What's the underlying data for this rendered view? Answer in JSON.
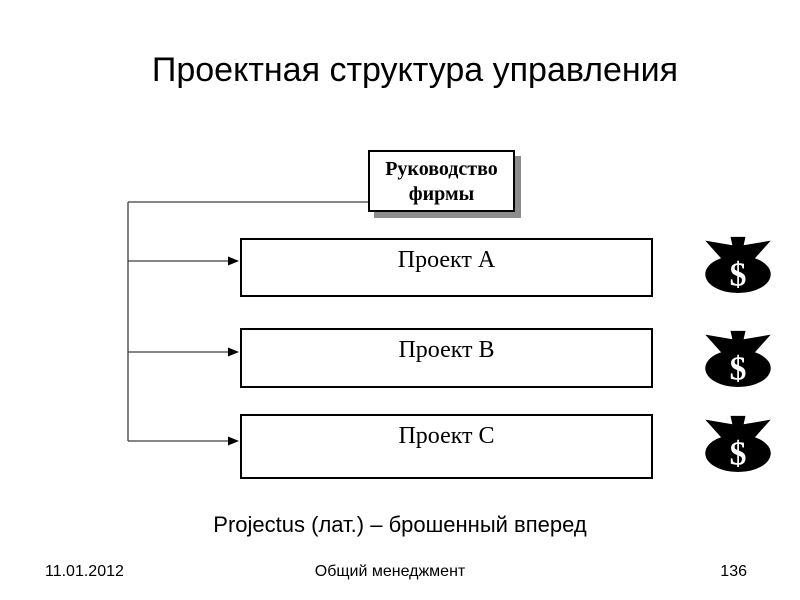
{
  "slide": {
    "title": "Проектная структура управления",
    "caption": "Projectus (лат.) – брошенный вперед",
    "footer": {
      "date": "11.01.2012",
      "course": "Общий менеджмент",
      "page": "136"
    }
  },
  "org_chart": {
    "root": {
      "label": "Руководство фирмы"
    },
    "projects": [
      {
        "label": "Проект A"
      },
      {
        "label": "Проект B"
      },
      {
        "label": "Проект C"
      }
    ],
    "money_bag": {
      "symbol": "$"
    }
  },
  "colors": {
    "background": "#ffffff",
    "text": "#000000",
    "box_border": "#000000",
    "box_shadow": "#8c8c8c",
    "connector": "#3d3d3d",
    "arrowhead": "#000000",
    "money_bag": "#000000",
    "money_symbol": "#ffffff"
  }
}
